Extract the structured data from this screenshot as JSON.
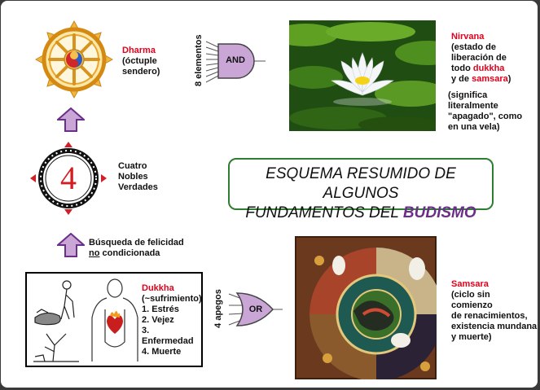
{
  "dharma": {
    "name": "Dharma",
    "line1": "(óctuple",
    "line2": "sendero)"
  },
  "truths": {
    "number": "4",
    "line1": "Cuatro",
    "line2": "Nobles",
    "line3": "Verdades"
  },
  "search": {
    "line1": "Búsqueda de felicidad",
    "line2_underlined": "no",
    "line2_rest": " condicionada"
  },
  "dukkha": {
    "name": "Dukkha",
    "subtitle": "(~sufrimiento)",
    "items": [
      "1. Estrés",
      "2. Vejez",
      "3. Enfermedad",
      "4. Muerte"
    ]
  },
  "and_gate": {
    "label": "AND",
    "inputs_label": "8 elementos"
  },
  "or_gate": {
    "label": "OR",
    "inputs_label": "4 apegos"
  },
  "nirvana": {
    "name": "Nirvana",
    "line1": "(estado de",
    "line2": "liberación de",
    "line3_pre": "todo ",
    "line3_red": "dukkha",
    "line4_pre": "y de ",
    "line4_red": "samsara",
    "line4_post": ")",
    "note1": "(significa literalmente",
    "note2": "\"apagado\", como",
    "note3": "en una vela)"
  },
  "samsara": {
    "name": "Samsara",
    "line1": "(ciclo sin",
    "line2": "comienzo",
    "line3": "de renacimientos,",
    "line4": "existencia mundana",
    "line5": "y muerte)"
  },
  "title": {
    "line1": "ESQUEMA RESUMIDO DE ALGUNOS",
    "line2_pre": "FUNDAMENTOS DEL ",
    "line2_accent": "BUDISMO"
  },
  "colors": {
    "accent_red": "#e3001b",
    "purple": "#6b2f8a",
    "arrow_fill": "#c9a6d6",
    "green_border": "#2e7d32"
  }
}
